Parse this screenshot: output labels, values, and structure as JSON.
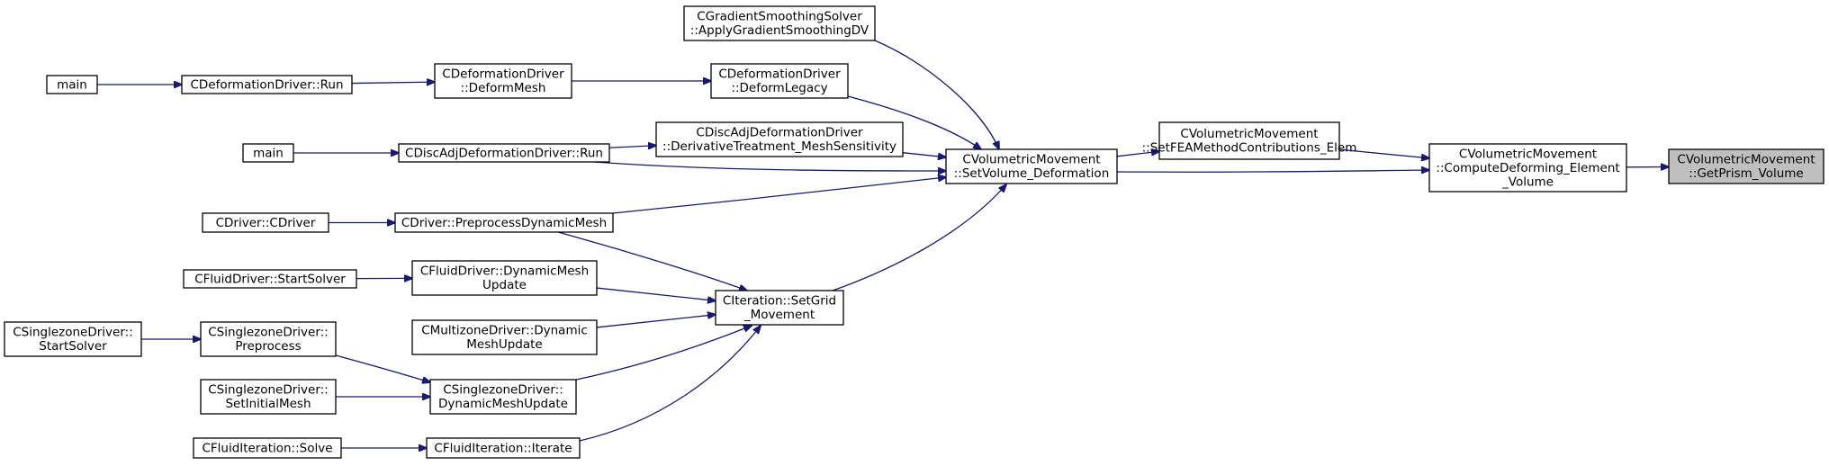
{
  "graph": {
    "colors": {
      "edge": "#191970",
      "node_fill": "#ffffff",
      "root_fill": "#bfbfbf",
      "border": "#000000"
    },
    "nodes": [
      {
        "id": "getprism",
        "lines": [
          "CVolumetricMovement",
          "::GetPrism_Volume"
        ],
        "root": true
      },
      {
        "id": "computedeform",
        "lines": [
          "CVolumetricMovement",
          "::ComputeDeforming_Element",
          "_Volume"
        ]
      },
      {
        "id": "setfea",
        "lines": [
          "CVolumetricMovement",
          "::SetFEAMethodContributions_Elem"
        ]
      },
      {
        "id": "setvolume",
        "lines": [
          "CVolumetricMovement",
          "::SetVolume_Deformation"
        ]
      },
      {
        "id": "gradsmooth",
        "lines": [
          "CGradientSmoothingSolver",
          "::ApplyGradientSmoothingDV"
        ]
      },
      {
        "id": "deformlegacy",
        "lines": [
          "CDeformationDriver",
          "::DeformLegacy"
        ]
      },
      {
        "id": "discadjderiv",
        "lines": [
          "CDiscAdjDeformationDriver",
          "::DerivativeTreatment_MeshSensitivity"
        ]
      },
      {
        "id": "discadjrun",
        "lines": [
          "CDiscAdjDeformationDriver::Run"
        ]
      },
      {
        "id": "driverpreproc",
        "lines": [
          "CDriver::PreprocessDynamicMesh"
        ]
      },
      {
        "id": "setgrid",
        "lines": [
          "CIteration::SetGrid",
          "_Movement"
        ]
      },
      {
        "id": "deformmesh",
        "lines": [
          "CDeformationDriver",
          "::DeformMesh"
        ]
      },
      {
        "id": "deformrun",
        "lines": [
          "CDeformationDriver::Run"
        ]
      },
      {
        "id": "main1",
        "lines": [
          "main"
        ]
      },
      {
        "id": "main2",
        "lines": [
          "main"
        ]
      },
      {
        "id": "cdriver",
        "lines": [
          "CDriver::CDriver"
        ]
      },
      {
        "id": "fluiddyn",
        "lines": [
          "CFluidDriver::DynamicMesh",
          "Update"
        ]
      },
      {
        "id": "fluidstart",
        "lines": [
          "CFluidDriver::StartSolver"
        ]
      },
      {
        "id": "multizone",
        "lines": [
          "CMultizoneDriver::Dynamic",
          "MeshUpdate"
        ]
      },
      {
        "id": "szdyn",
        "lines": [
          "CSinglezoneDriver::",
          "DynamicMeshUpdate"
        ]
      },
      {
        "id": "szpre",
        "lines": [
          "CSinglezoneDriver::",
          "Preprocess"
        ]
      },
      {
        "id": "szstart",
        "lines": [
          "CSinglezoneDriver::",
          "StartSolver"
        ]
      },
      {
        "id": "szinit",
        "lines": [
          "CSinglezoneDriver::",
          "SetInitialMesh"
        ]
      },
      {
        "id": "fluiditer",
        "lines": [
          "CFluidIteration::Iterate"
        ]
      },
      {
        "id": "fluidsolve",
        "lines": [
          "CFluidIteration::Solve"
        ]
      }
    ],
    "edges": [
      {
        "from": "computedeform",
        "to": "getprism"
      },
      {
        "from": "setfea",
        "to": "computedeform"
      },
      {
        "from": "setvolume",
        "to": "computedeform"
      },
      {
        "from": "setvolume",
        "to": "setfea"
      },
      {
        "from": "gradsmooth",
        "to": "setvolume"
      },
      {
        "from": "deformlegacy",
        "to": "setvolume"
      },
      {
        "from": "discadjderiv",
        "to": "setvolume"
      },
      {
        "from": "discadjrun",
        "to": "setvolume"
      },
      {
        "from": "driverpreproc",
        "to": "setvolume"
      },
      {
        "from": "setgrid",
        "to": "setvolume"
      },
      {
        "from": "deformmesh",
        "to": "deformlegacy"
      },
      {
        "from": "deformrun",
        "to": "deformmesh"
      },
      {
        "from": "main1",
        "to": "deformrun"
      },
      {
        "from": "discadjrun",
        "to": "discadjderiv"
      },
      {
        "from": "main2",
        "to": "discadjrun"
      },
      {
        "from": "cdriver",
        "to": "driverpreproc"
      },
      {
        "from": "driverpreproc",
        "to": "setgrid"
      },
      {
        "from": "fluiddyn",
        "to": "setgrid"
      },
      {
        "from": "multizone",
        "to": "setgrid"
      },
      {
        "from": "szdyn",
        "to": "setgrid"
      },
      {
        "from": "fluiditer",
        "to": "setgrid"
      },
      {
        "from": "fluidstart",
        "to": "fluiddyn"
      },
      {
        "from": "szpre",
        "to": "szdyn"
      },
      {
        "from": "szinit",
        "to": "szdyn"
      },
      {
        "from": "szstart",
        "to": "szpre"
      },
      {
        "from": "fluidsolve",
        "to": "fluiditer"
      }
    ]
  }
}
